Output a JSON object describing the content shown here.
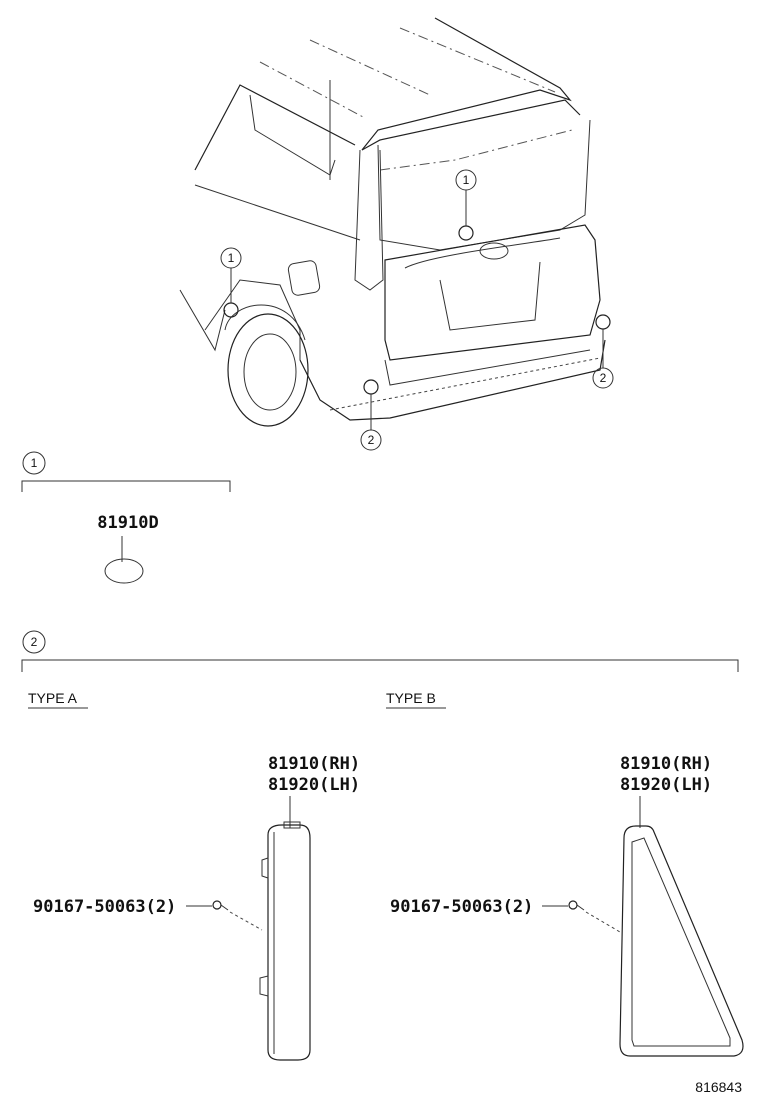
{
  "callouts": {
    "one": "1",
    "two": "2"
  },
  "section1": {
    "part": "81910D"
  },
  "section2": {
    "type_a": {
      "heading": "TYPE A",
      "part_rh": "81910(RH)",
      "part_lh": "81920(LH)",
      "screw": "90167-50063(2)"
    },
    "type_b": {
      "heading": "TYPE B",
      "part_rh": "81910(RH)",
      "part_lh": "81920(LH)",
      "screw": "90167-50063(2)"
    }
  },
  "figure_number": "816843"
}
